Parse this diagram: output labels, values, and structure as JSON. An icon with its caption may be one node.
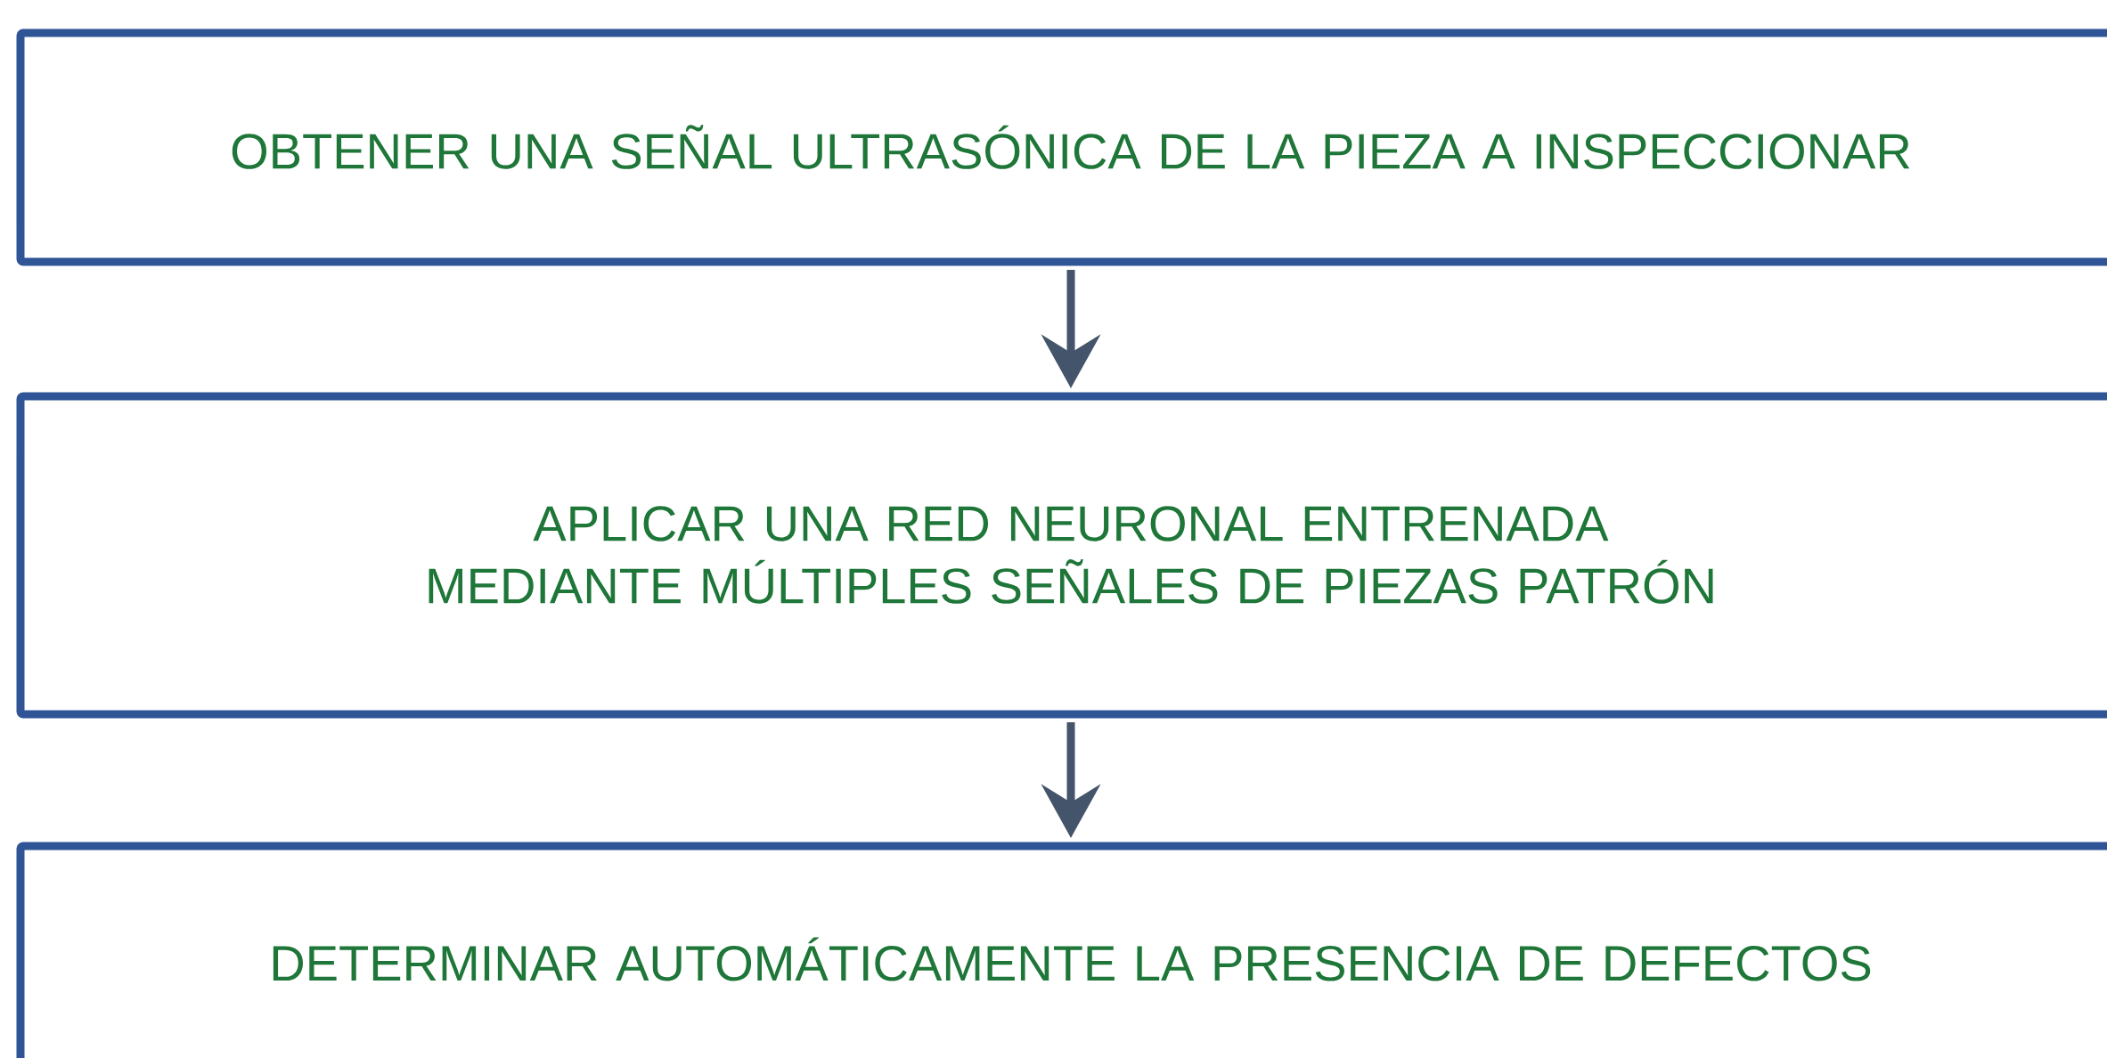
{
  "diagram": {
    "nodes": [
      {
        "text": [
          "OBTENER UNA SEÑAL ULTRASÓNICA DE LA PIEZA A INSPECCIONAR"
        ]
      },
      {
        "text": [
          "APLICAR UNA RED NEURONAL ENTRENADA MEDIANTE MÚLTIPLES SEÑALES DE PIEZAS PATRÓN"
        ]
      },
      {
        "text": [
          "DETERMINAR AUTOMÁTICAMENTE LA PRESENCIA DE DEFECTOS"
        ]
      }
    ],
    "edges": [
      {
        "from": 0,
        "to": 1,
        "arrow": "to"
      },
      {
        "from": 1,
        "to": 2,
        "arrow": "to"
      }
    ]
  }
}
